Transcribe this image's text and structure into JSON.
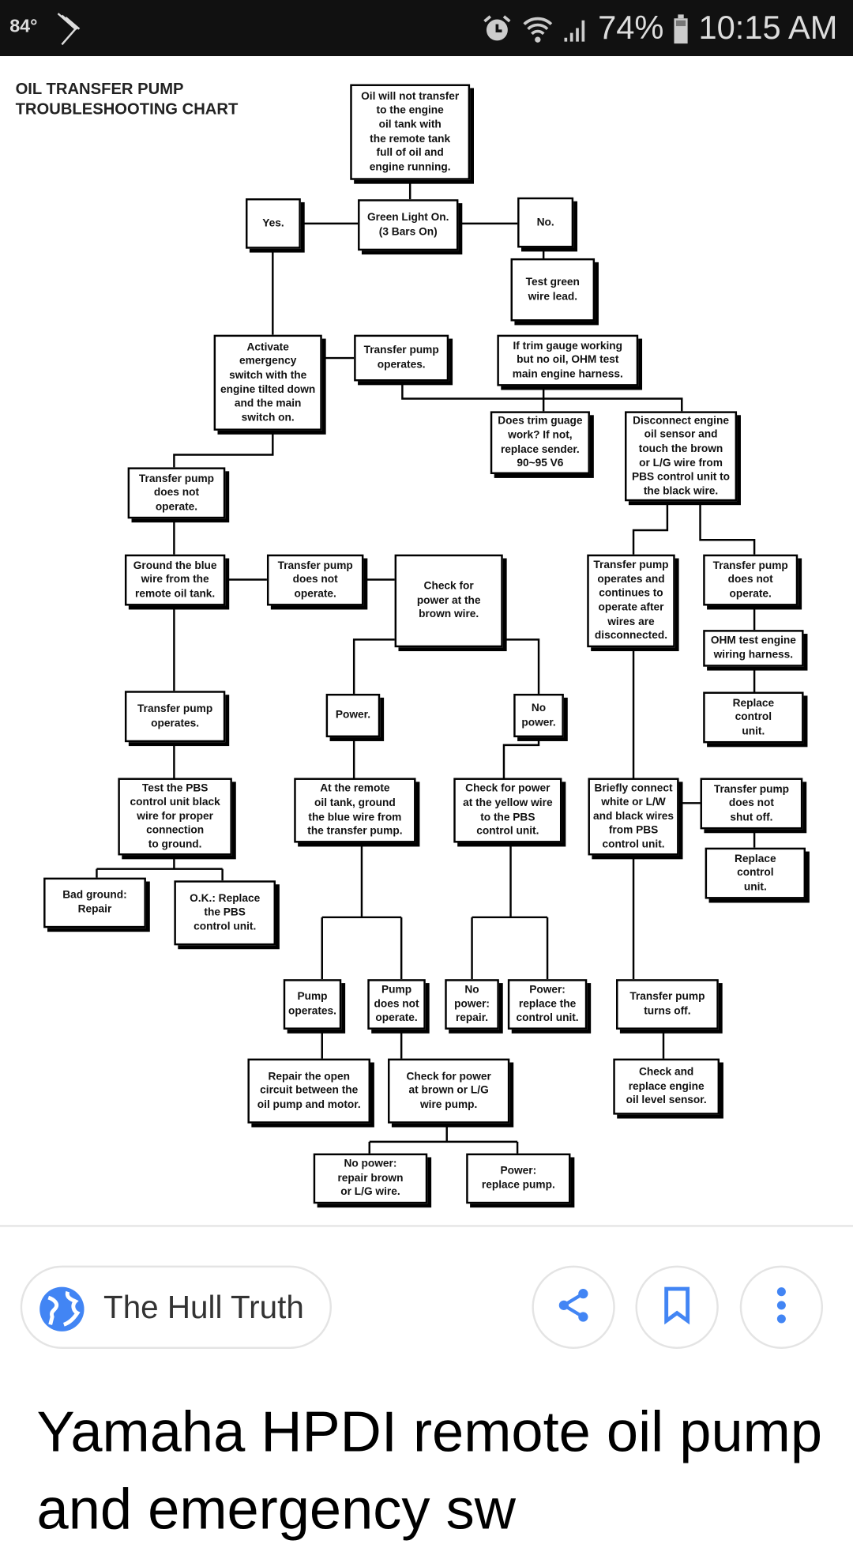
{
  "status_bar": {
    "temperature": "84°",
    "battery": "74%",
    "time": "10:15 AM"
  },
  "chart": {
    "title": "OIL TRANSFER PUMP\nTROUBLESHOOTING CHART",
    "boxes": [
      "Oil will not transfer\nto the engine\noil tank with\nthe remote tank\nfull of oil and\nengine running.",
      "Yes.",
      "Green Light On.\n(3 Bars On)",
      "No.",
      "Test green\nwire lead.",
      "Activate\nemergency\nswitch with the\nengine tilted down\nand the main\nswitch on.",
      "Transfer pump\noperates.",
      "If trim gauge working\nbut no oil, OHM test\nmain engine harness.",
      "Does trim guage\nwork? If not,\nreplace sender.\n90~95 V6",
      "Disconnect engine\noil sensor and\ntouch the brown\nor L/G wire from\nPBS control unit to\nthe black wire.",
      "Transfer pump\ndoes not\noperate.",
      "Ground the blue\nwire from the\nremote oil tank.",
      "Transfer pump\ndoes not\noperate.",
      "Check for\npower at the\nbrown wire.",
      "Transfer pump\noperates and\ncontinues to\noperate after\nwires are\ndisconnected.",
      "Transfer pump\ndoes not\noperate.",
      "OHM test engine\nwiring harness.",
      "Replace\ncontrol\nunit.",
      "Transfer pump\noperates.",
      "Power.",
      "No\npower.",
      "Test the PBS\ncontrol unit black\nwire for proper\nconnection\nto ground.",
      "At the remote\noil tank, ground\nthe blue wire from\nthe transfer pump.",
      "Check for power\nat the yellow wire\nto the PBS\ncontrol unit.",
      "Briefly connect\nwhite or L/W\nand black wires\nfrom PBS\ncontrol unit.",
      "Transfer pump\ndoes not\nshut off.",
      "Replace\ncontrol\nunit.",
      "Bad ground:\nRepair",
      "O.K.: Replace\nthe PBS\ncontrol unit.",
      "Pump\noperates.",
      "Pump\ndoes not\noperate.",
      "No\npower:\nrepair.",
      "Power:\nreplace the\ncontrol unit.",
      "Transfer pump\nturns off.",
      "Repair the open\ncircuit between the\noil pump and motor.",
      "Check for power\nat brown or L/G\nwire pump.",
      "Check and\nreplace engine\noil level sensor.",
      "No power:\nrepair brown\nor L/G wire.",
      "Power:\nreplace pump."
    ]
  },
  "source": {
    "name": "The Hull Truth"
  },
  "actions": {
    "share": "share-icon",
    "save": "bookmark-icon",
    "more": "more-vert-icon"
  },
  "headline": "Yamaha HPDI remote oil pump and emergency sw",
  "colors": {
    "accent": "#4285f4",
    "status_bg": "#111111"
  }
}
